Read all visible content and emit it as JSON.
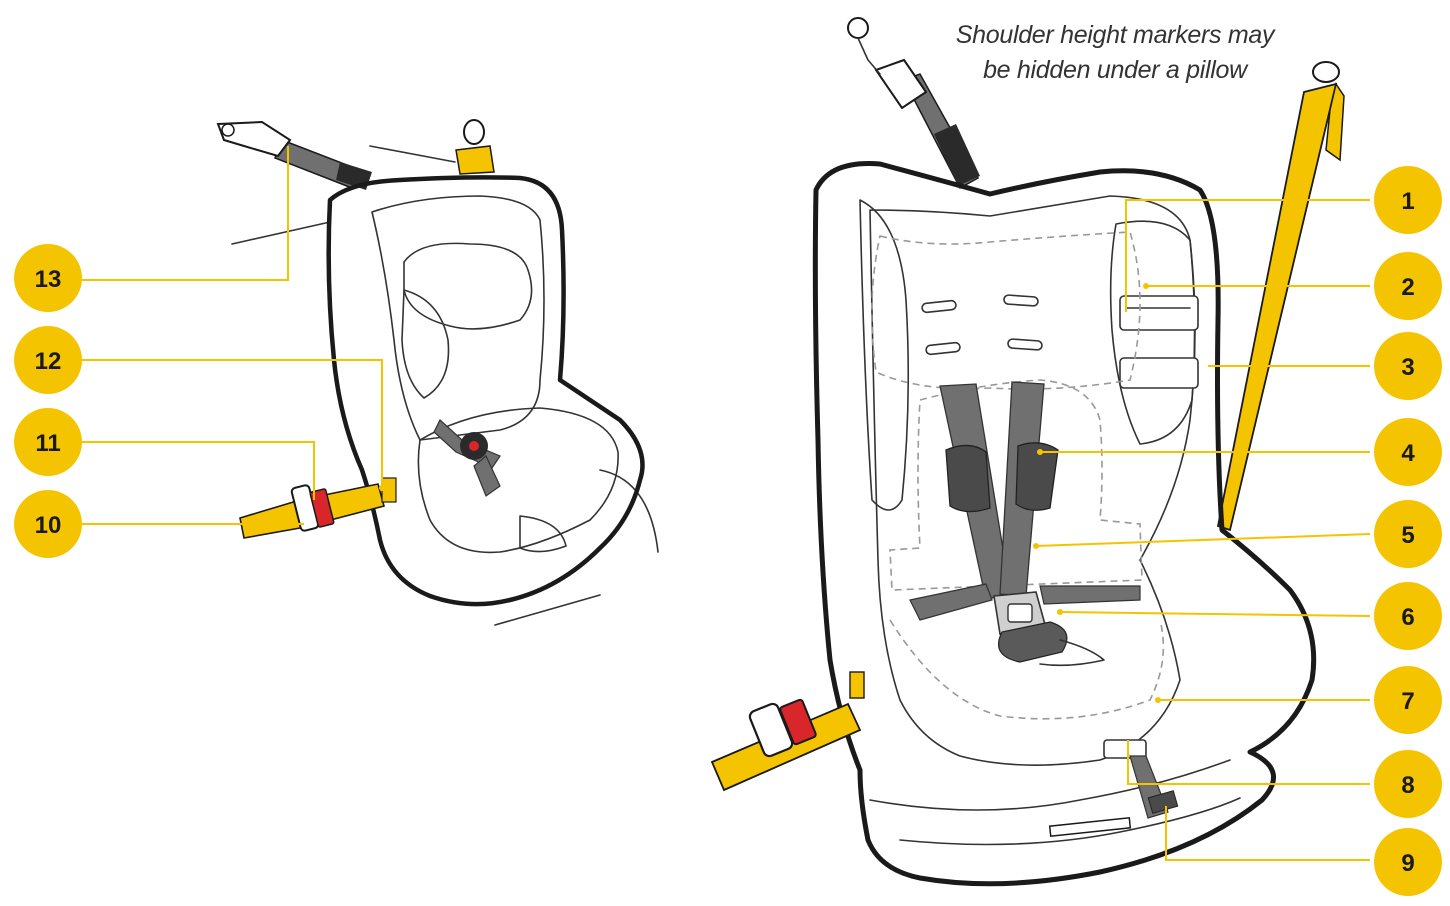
{
  "caption": {
    "line1": "Shoulder height markers may",
    "line2": "be hidden under a pillow"
  },
  "callouts": [
    {
      "id": "1",
      "label": "1"
    },
    {
      "id": "2",
      "label": "2"
    },
    {
      "id": "3",
      "label": "3"
    },
    {
      "id": "4",
      "label": "4"
    },
    {
      "id": "5",
      "label": "5"
    },
    {
      "id": "6",
      "label": "6"
    },
    {
      "id": "7",
      "label": "7"
    },
    {
      "id": "8",
      "label": "8"
    },
    {
      "id": "9",
      "label": "9"
    },
    {
      "id": "10",
      "label": "10"
    },
    {
      "id": "11",
      "label": "11"
    },
    {
      "id": "12",
      "label": "12"
    },
    {
      "id": "13",
      "label": "13"
    }
  ],
  "colors": {
    "accent": "#f5c400",
    "outline": "#1a1a1a",
    "strap": "#707070",
    "buckle": "#d9262b",
    "padding": "#ececec"
  }
}
